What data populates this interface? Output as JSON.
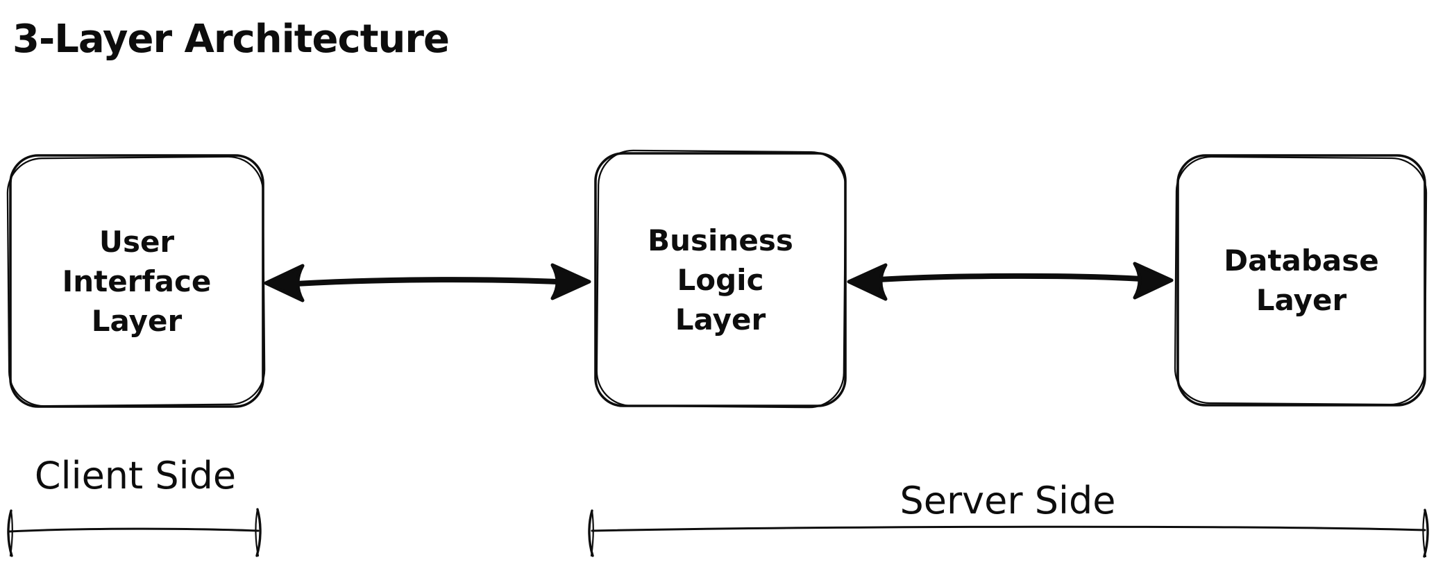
{
  "title": "3-Layer Architecture",
  "diagram": {
    "boxes": [
      {
        "id": "user-interface-layer",
        "label": "User\nInterface\nLayer"
      },
      {
        "id": "business-logic-layer",
        "label": "Business\nLogic\nLayer"
      },
      {
        "id": "database-layer",
        "label": "Database\nLayer"
      }
    ],
    "connectors": [
      {
        "from": "user-interface-layer",
        "to": "business-logic-layer",
        "type": "double-arrow"
      },
      {
        "from": "business-logic-layer",
        "to": "database-layer",
        "type": "double-arrow"
      }
    ],
    "regions": [
      {
        "label": "Client Side",
        "spans": [
          "user-interface-layer"
        ]
      },
      {
        "label": "Server Side",
        "spans": [
          "business-logic-layer",
          "database-layer"
        ]
      }
    ]
  },
  "colors": {
    "ink": "#0d0d0d",
    "background": "#ffffff"
  }
}
